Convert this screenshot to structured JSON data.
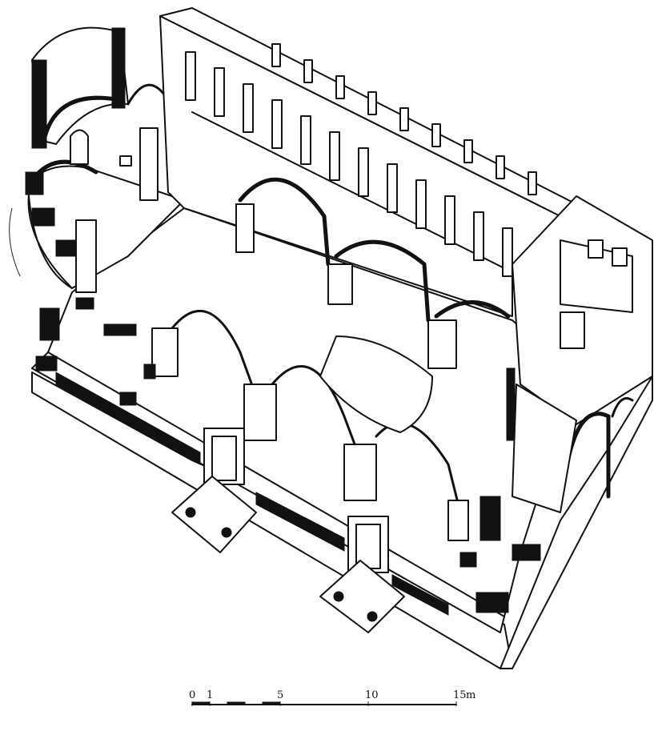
{
  "scale_bar": {
    "unit": "m",
    "ticks": [
      {
        "label": "0",
        "value": 0
      },
      {
        "label": "1",
        "value": 1
      },
      {
        "label": "5",
        "value": 5
      },
      {
        "label": "10",
        "value": 10
      },
      {
        "label": "15",
        "value": 15
      }
    ],
    "max": 15
  },
  "colors": {
    "ink": "#111111",
    "paper": "#ffffff"
  }
}
